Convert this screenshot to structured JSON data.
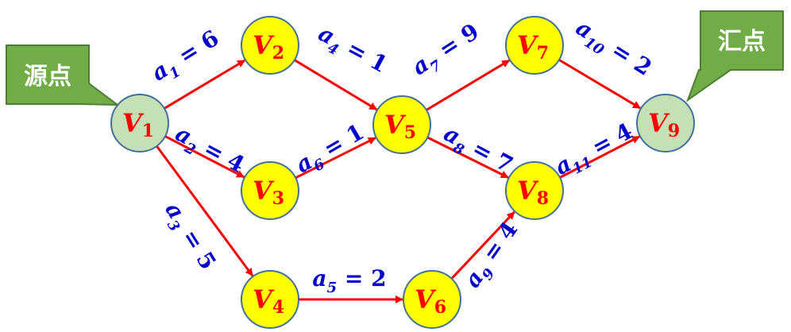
{
  "colors": {
    "edge": "#ff0000",
    "edge_label": "#0000cc",
    "node_label": "#ff0000",
    "node_yellow": "#ffff00",
    "node_green": "#c5e0b4",
    "node_stroke": "#41719c",
    "callout_fill": "#70ad47",
    "callout_stroke": "#507e32",
    "callout_text": "#ffffff"
  },
  "callouts": {
    "source": "源点",
    "sink": "汇点"
  },
  "nodes": [
    {
      "id": "V1",
      "base": "V",
      "sub": "1",
      "kind": "source"
    },
    {
      "id": "V2",
      "base": "V",
      "sub": "2",
      "kind": "normal"
    },
    {
      "id": "V3",
      "base": "V",
      "sub": "3",
      "kind": "normal"
    },
    {
      "id": "V4",
      "base": "V",
      "sub": "4",
      "kind": "normal"
    },
    {
      "id": "V5",
      "base": "V",
      "sub": "5",
      "kind": "normal"
    },
    {
      "id": "V6",
      "base": "V",
      "sub": "6",
      "kind": "normal"
    },
    {
      "id": "V7",
      "base": "V",
      "sub": "7",
      "kind": "normal"
    },
    {
      "id": "V8",
      "base": "V",
      "sub": "8",
      "kind": "normal"
    },
    {
      "id": "V9",
      "base": "V",
      "sub": "9",
      "kind": "sink"
    }
  ],
  "edges": [
    {
      "from": "V1",
      "to": "V2",
      "name": "a",
      "sub": "1",
      "weight": "6"
    },
    {
      "from": "V1",
      "to": "V3",
      "name": "a",
      "sub": "2",
      "weight": "4"
    },
    {
      "from": "V1",
      "to": "V4",
      "name": "a",
      "sub": "3",
      "weight": "5"
    },
    {
      "from": "V2",
      "to": "V5",
      "name": "a",
      "sub": "4",
      "weight": "1"
    },
    {
      "from": "V4",
      "to": "V6",
      "name": "a",
      "sub": "5",
      "weight": "2"
    },
    {
      "from": "V3",
      "to": "V5",
      "name": "a",
      "sub": "6",
      "weight": "1"
    },
    {
      "from": "V5",
      "to": "V7",
      "name": "a",
      "sub": "7",
      "weight": "9"
    },
    {
      "from": "V5",
      "to": "V8",
      "name": "a",
      "sub": "8",
      "weight": "7"
    },
    {
      "from": "V6",
      "to": "V8",
      "name": "a",
      "sub": "9",
      "weight": "4"
    },
    {
      "from": "V7",
      "to": "V9",
      "name": "a",
      "sub": "10",
      "weight": "2"
    },
    {
      "from": "V8",
      "to": "V9",
      "name": "a",
      "sub": "11",
      "weight": "4"
    }
  ]
}
